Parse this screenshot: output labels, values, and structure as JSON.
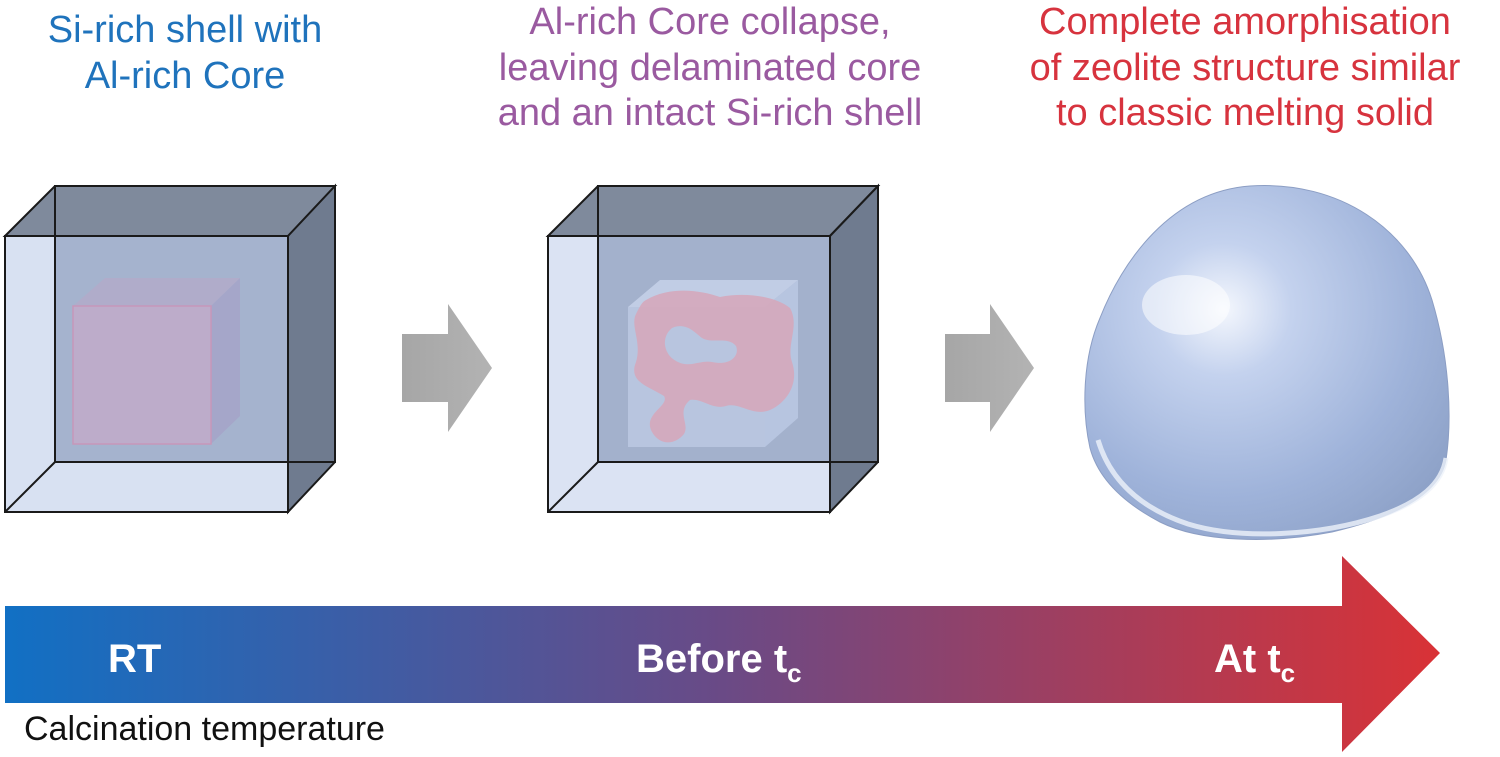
{
  "captions": [
    {
      "lines": [
        "Si-rich shell with",
        "Al-rich Core"
      ],
      "color": "#1f73bc"
    },
    {
      "lines": [
        "Al-rich Core collapse,",
        "leaving delaminated core",
        "and an intact Si-rich shell"
      ],
      "color": "#9a5aa0"
    },
    {
      "lines": [
        "Complete amorphisation",
        "of zeolite structure similar",
        "to classic melting solid"
      ],
      "color": "#d7333e"
    }
  ],
  "timeline": {
    "stages": [
      {
        "label": "RT",
        "subscript": ""
      },
      {
        "label": "Before t",
        "subscript": "c"
      },
      {
        "label": "At t",
        "subscript": "c"
      }
    ],
    "gradient_start": "#1170c4",
    "gradient_mid": "#6a4a86",
    "gradient_end": "#d93236"
  },
  "axis_label": "Calcination temperature",
  "colors": {
    "shell": "#b8c8e8",
    "shell_edge": "#1a1a1a",
    "core": "#c98aa8",
    "core_collapsed": "#f08a8f",
    "arrow": "#a6a6a6",
    "droplet": "#aebfe0"
  }
}
